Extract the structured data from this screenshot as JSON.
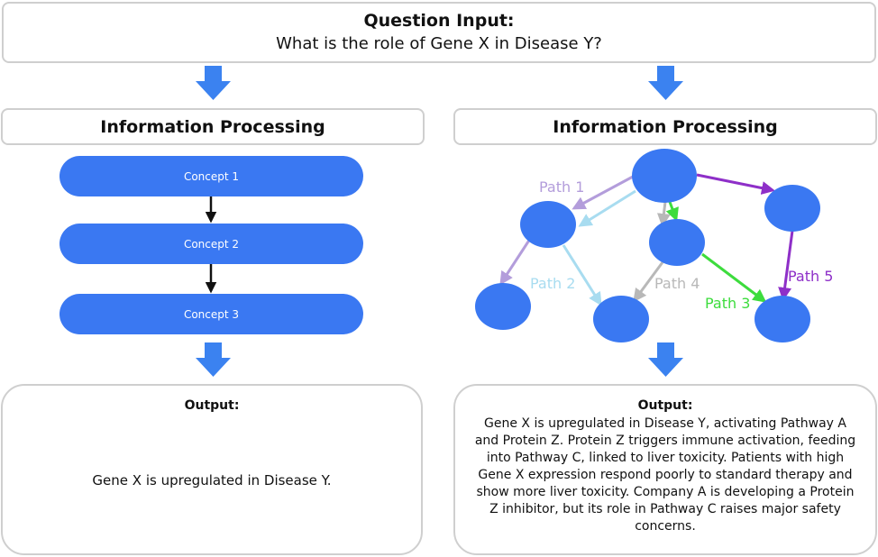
{
  "question": {
    "title": "Question Input:",
    "text": "What is the role of Gene X in Disease Y?"
  },
  "left_panel": {
    "processing_title": "Information Processing",
    "concepts": [
      "Concept 1",
      "Concept 2",
      "Concept 3"
    ],
    "output_label": "Output:",
    "output_text": "Gene X is upregulated in Disease Y."
  },
  "right_panel": {
    "processing_title": "Information Processing",
    "paths": [
      {
        "label": "Path 1",
        "color": "#b39ddb"
      },
      {
        "label": "Path 2",
        "color": "#a8dcf0"
      },
      {
        "label": "Path 3",
        "color": "#3ddc3d"
      },
      {
        "label": "Path 4",
        "color": "#b8b8b8"
      },
      {
        "label": "Path 5",
        "color": "#8e2fc8"
      }
    ],
    "output_label": "Output:",
    "output_text": "Gene X is upregulated in Disease Y, activating Pathway A and Protein Z. Protein Z triggers immune activation, feeding into Pathway C, linked to liver toxicity. Patients with high Gene X expression respond poorly to standard therapy and show more liver toxicity. Company A is developing a Protein Z inhibitor, but its role in Pathway C raises major safety concerns."
  },
  "colors": {
    "node_blue": "#3a78f2",
    "flow_arrow_blue": "#3b82f0",
    "border_gray": "#cfcfcf"
  }
}
